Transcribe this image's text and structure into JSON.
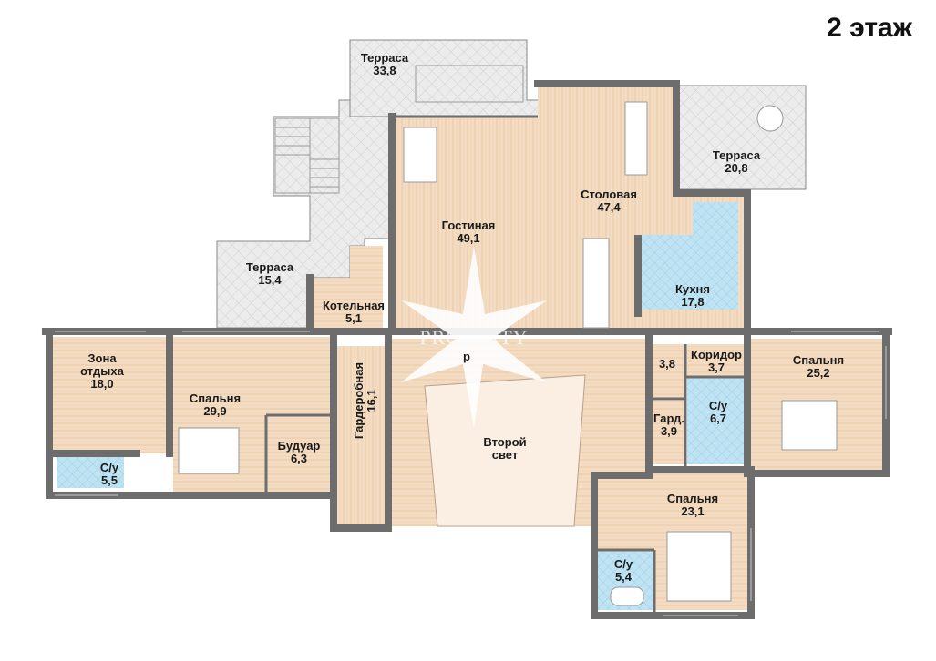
{
  "floor_title": "2 этаж",
  "watermark": "PROPERTY",
  "colors": {
    "wood": "#f4dcc2",
    "wood_line": "#e7c6a3",
    "terrace": "#e9e9e9",
    "tile": "#bfe3f3",
    "wall": "#6d6d6d",
    "second_light": "#fbeee2"
  },
  "rooms": [
    {
      "id": "terrace-top",
      "name": "Терраса",
      "area": "33,8"
    },
    {
      "id": "terrace-right",
      "name": "Терраса",
      "area": "20,8"
    },
    {
      "id": "terrace-left",
      "name": "Терраса",
      "area": "15,4"
    },
    {
      "id": "living",
      "name": "Гостиная",
      "area": "49,1"
    },
    {
      "id": "dining",
      "name": "Столовая",
      "area": "47,4"
    },
    {
      "id": "kitchen",
      "name": "Кухня",
      "area": "17,8"
    },
    {
      "id": "boiler",
      "name": "Котельная",
      "area": "5,1"
    },
    {
      "id": "rest",
      "name": "Зона отдыха",
      "area": "18,0"
    },
    {
      "id": "bedroom-left",
      "name": "Спальня",
      "area": "29,9"
    },
    {
      "id": "boudoir",
      "name": "Будуар",
      "area": "6,3"
    },
    {
      "id": "wardrobe",
      "name": "Гардеробная",
      "area": "16,1"
    },
    {
      "id": "bath-left",
      "name": "С/у",
      "area": "5,5"
    },
    {
      "id": "second-light",
      "name": "Второй свет",
      "area": ""
    },
    {
      "id": "hall-small",
      "name": "",
      "area": "3,8"
    },
    {
      "id": "corridor",
      "name": "Коридор",
      "area": "3,7"
    },
    {
      "id": "bath-mid",
      "name": "С/у",
      "area": "6,7"
    },
    {
      "id": "closet",
      "name": "Гард.",
      "area": "3,9"
    },
    {
      "id": "bedroom-right",
      "name": "Спальня",
      "area": "25,2"
    },
    {
      "id": "bedroom-bottom",
      "name": "Спальня",
      "area": "23,1"
    },
    {
      "id": "bath-bottom",
      "name": "С/у",
      "area": "5,4"
    },
    {
      "id": "hall-partial",
      "name": "р",
      "area": ""
    }
  ]
}
